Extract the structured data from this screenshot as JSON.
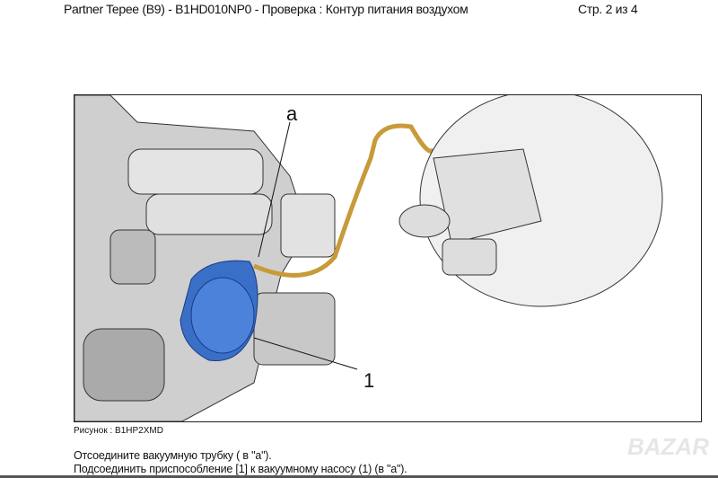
{
  "header": {
    "title": "Partner Tepee (B9) - B1HD010NP0 - Проверка : Контур питания воздухом",
    "page": "Стр. 2 из 4"
  },
  "figure": {
    "label_a": "a",
    "label_1": "1",
    "caption": "Рисунок : B1HP2XMD",
    "pump_color": "#3a6fc8",
    "tube_color": "#c89a3a"
  },
  "instructions": [
    "Отсоедините вакуумную трубку ( в \"a\").",
    "Подсоединить приспособление [1] к вакуумному насосу (1) (в \"a\")."
  ],
  "watermark": "BAZAR"
}
